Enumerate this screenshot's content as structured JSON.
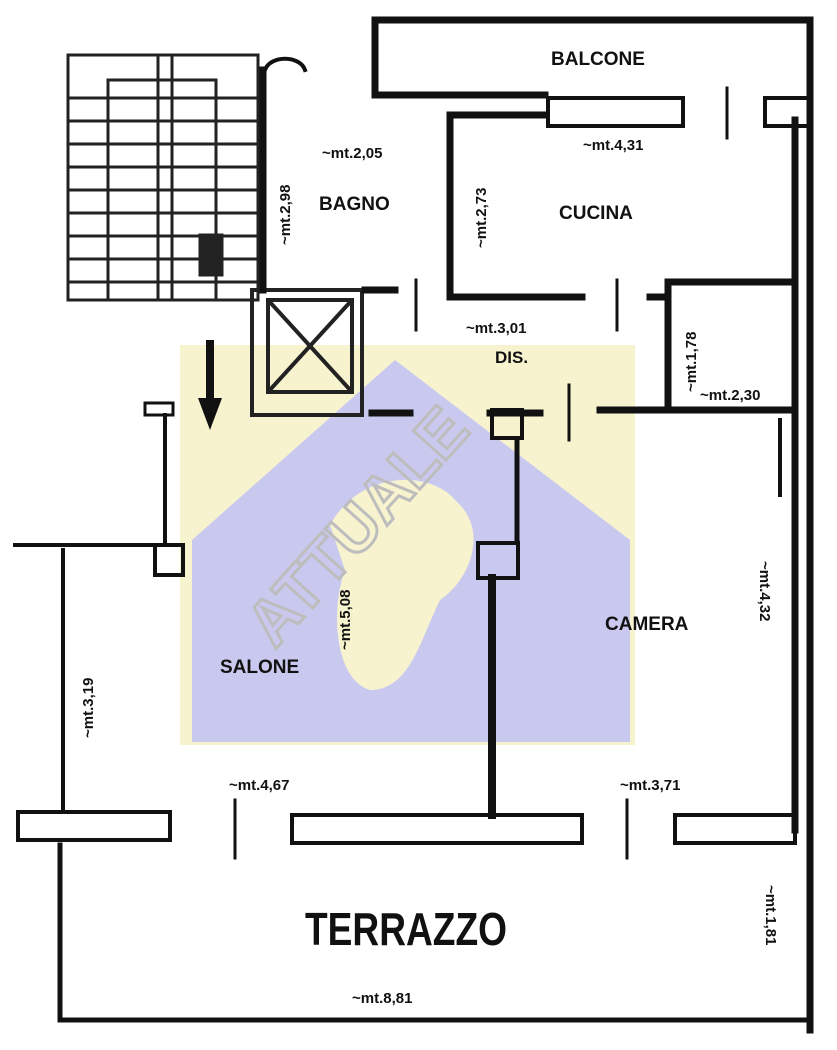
{
  "rooms": {
    "balcone": "BALCONE",
    "bagno": "BAGNO",
    "cucina": "CUCINA",
    "dis": "DIS.",
    "salone": "SALONE",
    "camera": "CAMERA",
    "terrazzo": "TERRAZZO"
  },
  "dimensions": {
    "bagno_w": "~mt.2,05",
    "bagno_h": "~mt.2,98",
    "cucina_h": "~mt.2,73",
    "balcone_w": "~mt.4,31",
    "dis_w": "~mt.3,01",
    "closet_h": "~mt.1,78",
    "closet_w": "~mt.2,30",
    "salone_h": "~mt.5,08",
    "camera_h": "~mt.4,32",
    "left_h": "~mt.3,19",
    "salone_w": "~mt.4,67",
    "camera_w": "~mt.3,71",
    "terrazzo_h": "~mt.1,81",
    "terrazzo_w": "~mt.8,81"
  },
  "watermark": {
    "text": "ATTUALE",
    "colors": {
      "yellow": "#f8f3cf",
      "blue": "#c9c9f0"
    }
  },
  "icons": {
    "entrance": "down-arrow-icon",
    "elevator": "elevator-shaft-icon",
    "stairs": "staircase-icon"
  }
}
